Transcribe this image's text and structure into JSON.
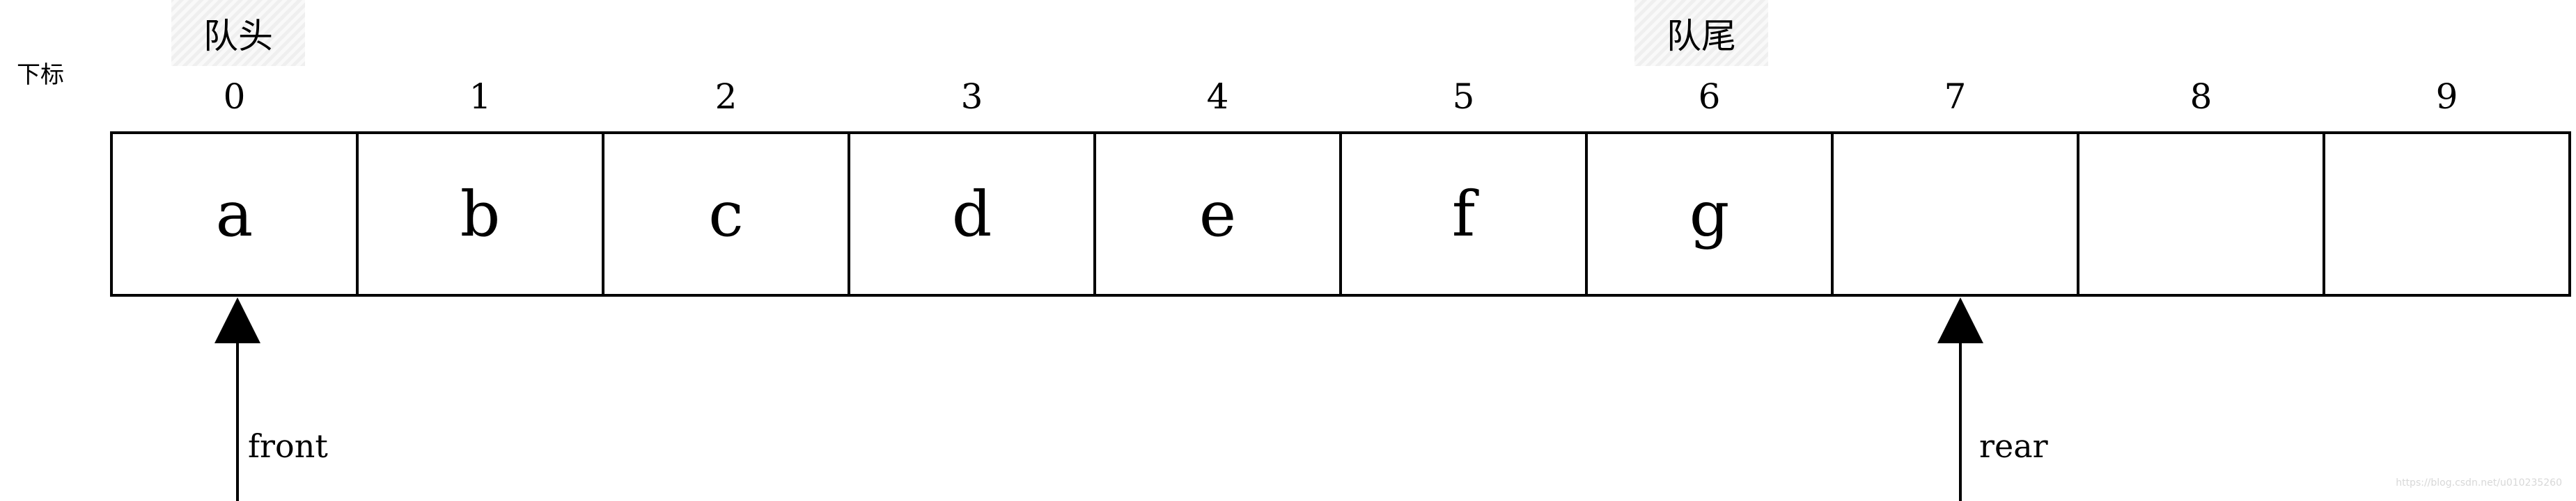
{
  "queue": {
    "index_heading": "下标",
    "indices": [
      "0",
      "1",
      "2",
      "3",
      "4",
      "5",
      "6",
      "7",
      "8",
      "9"
    ],
    "cells": [
      "a",
      "b",
      "c",
      "d",
      "e",
      "f",
      "g",
      "",
      "",
      ""
    ],
    "head_tag": "队头",
    "tail_tag": "队尾",
    "front_label": "front",
    "rear_label": "rear",
    "watermark": "https://blog.csdn.net/u010235260"
  }
}
